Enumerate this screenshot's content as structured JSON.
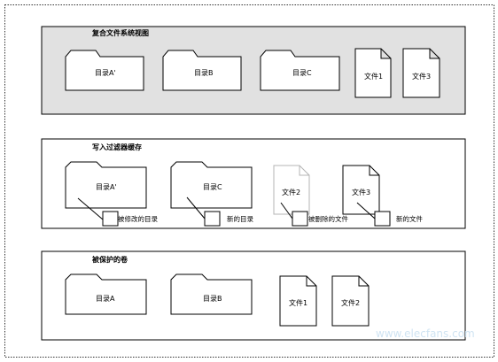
{
  "panels": {
    "composite": {
      "title": "复合文件系统视图",
      "folders": [
        "目录A'",
        "目录B",
        "目录C"
      ],
      "files": [
        "文件1",
        "文件3"
      ]
    },
    "cache": {
      "title": "写入过滤器缓存",
      "folders": [
        "目录A'",
        "目录C"
      ],
      "files": [
        "文件2",
        "文件3"
      ],
      "callouts": [
        "被修改的目录",
        "新的目录",
        "被删除的文件",
        "新的文件"
      ]
    },
    "volume": {
      "title": "被保护的卷",
      "folders": [
        "目录A",
        "目录B"
      ],
      "files": [
        "文件1",
        "文件2"
      ]
    }
  },
  "watermark": "www.elecfans.com",
  "colors": {
    "composite_bg": "#e1e1e1",
    "deleted_file_stroke": "#b4b4b4"
  }
}
